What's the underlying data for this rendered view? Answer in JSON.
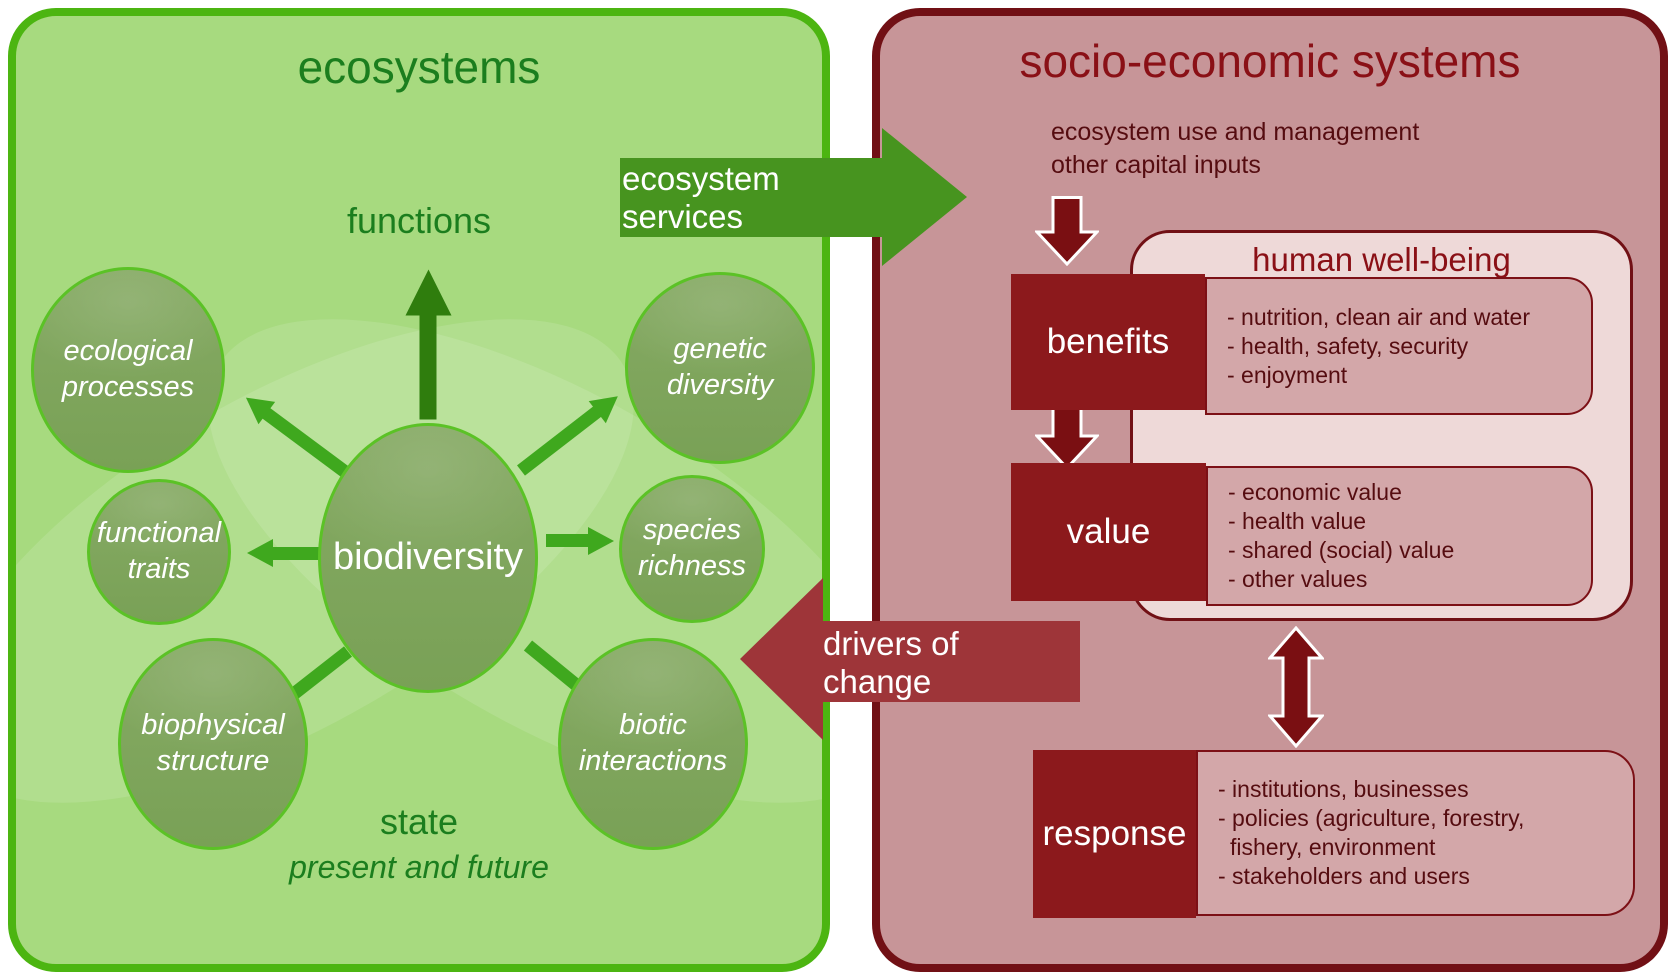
{
  "colors": {
    "green_panel_fill": "#a7da7f",
    "green_panel_border": "#4cb511",
    "green_title_text": "#1b7e1e",
    "node_circle_fill": "#7fa65c",
    "node_circle_border": "#5bc226",
    "green_arrow": "#3fa81e",
    "dark_green_arrow": "#2f7d0d",
    "ecosystem_services_arrow": "#47941f",
    "red_panel_fill": "#c79598",
    "red_panel_border": "#711015",
    "red_title_text": "#8a1016",
    "dark_red_box": "#8c191c",
    "wellbeing_box_fill": "#eed9d8",
    "bullet_box_fill": "#d3a7a9",
    "maroon_flow_arrow": "#7a0f12",
    "drivers_arrow": "#9e3539",
    "dark_bullet_text": "#550c10"
  },
  "ecosystems_panel": {
    "title": "ecosystems",
    "functions_label": "functions",
    "center_label": "biodiversity",
    "nodes": {
      "ecological": "ecological\nprocesses",
      "functional": "functional\ntraits",
      "biophysical": "biophysical\nstructure",
      "genetic": "genetic\ndiversity",
      "species": "species\nrichness",
      "biotic": "biotic\ninteractions"
    },
    "state_label": "state",
    "state_sublabel": "present and future"
  },
  "flows": {
    "ecosystem_services": "ecosystem services",
    "drivers_of_change": "drivers of change"
  },
  "socio_panel": {
    "title": "socio-economic systems",
    "inputs_line1": "ecosystem use and management",
    "inputs_line2": "other capital inputs",
    "human_wellbeing_title": "human well-being",
    "benefits": {
      "label": "benefits",
      "items": [
        "- nutrition, clean air and water",
        "- health, safety, security",
        "- enjoyment"
      ]
    },
    "value": {
      "label": "value",
      "items": [
        "- economic value",
        "- health value",
        "- shared (social) value",
        "- other values"
      ]
    },
    "response": {
      "label": "response",
      "items": [
        "- institutions, businesses",
        "- policies (agriculture, forestry,",
        "fishery, environment",
        "- stakeholders and users"
      ]
    }
  }
}
